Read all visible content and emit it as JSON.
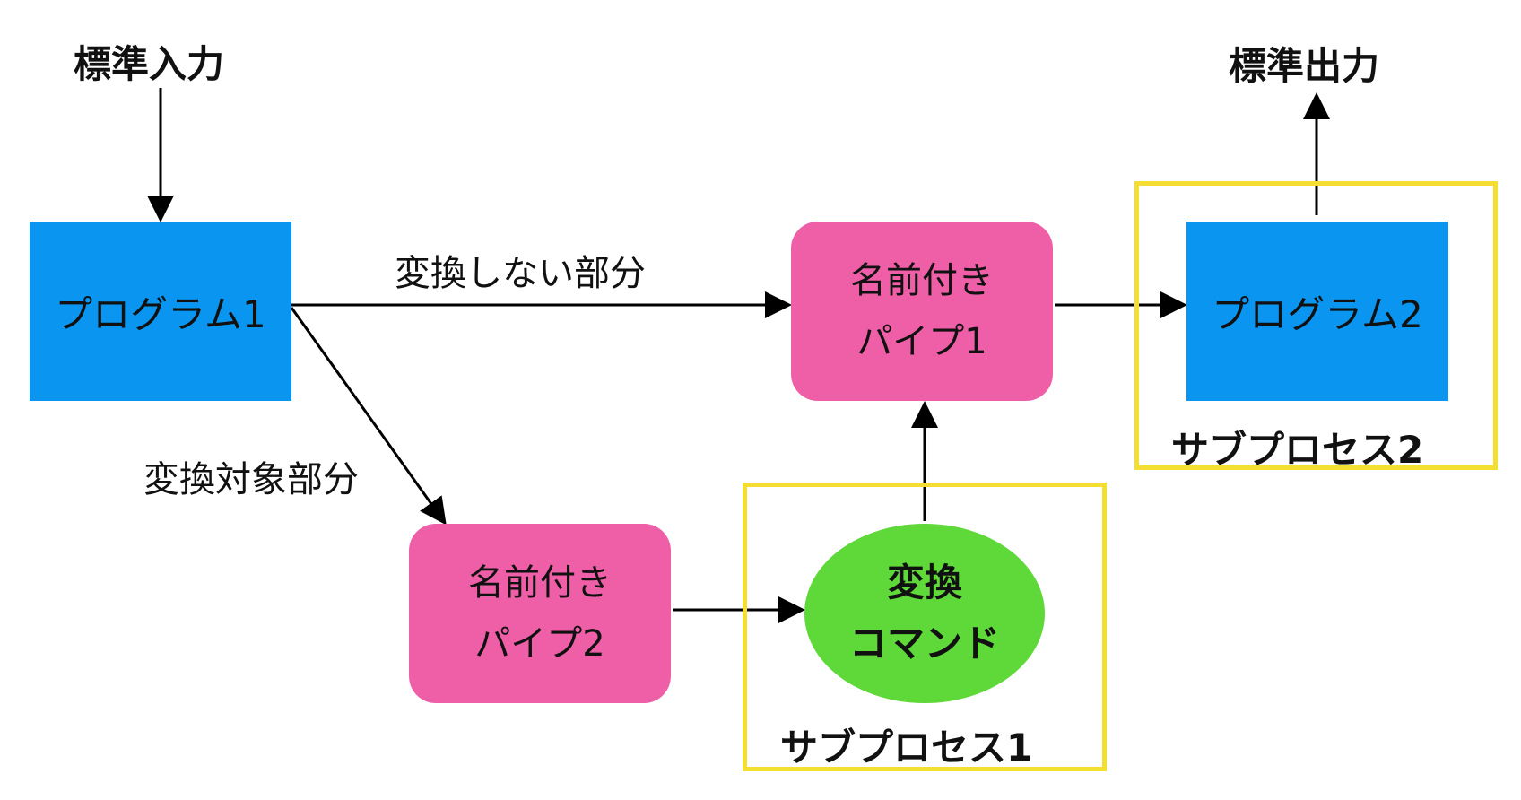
{
  "labels": {
    "stdin": "標準入力",
    "stdout": "標準出力",
    "untransformed_part": "変換しない部分",
    "transform_target_part": "変換対象部分"
  },
  "nodes": {
    "program1": "プログラム1",
    "program2": "プログラム2",
    "pipe1": {
      "line1": "名前付き",
      "line2": "パイプ1"
    },
    "pipe2": {
      "line1": "名前付き",
      "line2": "パイプ2"
    },
    "transform_command": {
      "line1": "変換",
      "line2": "コマンド"
    }
  },
  "groups": {
    "subprocess1": "サブプロセス1",
    "subprocess2": "サブプロセス2"
  },
  "colors": {
    "program": "#0a96f0",
    "pipe": "#ef5fa7",
    "command": "#5fd83a",
    "subprocess_frame": "#f4de31",
    "arrow": "#000000"
  }
}
